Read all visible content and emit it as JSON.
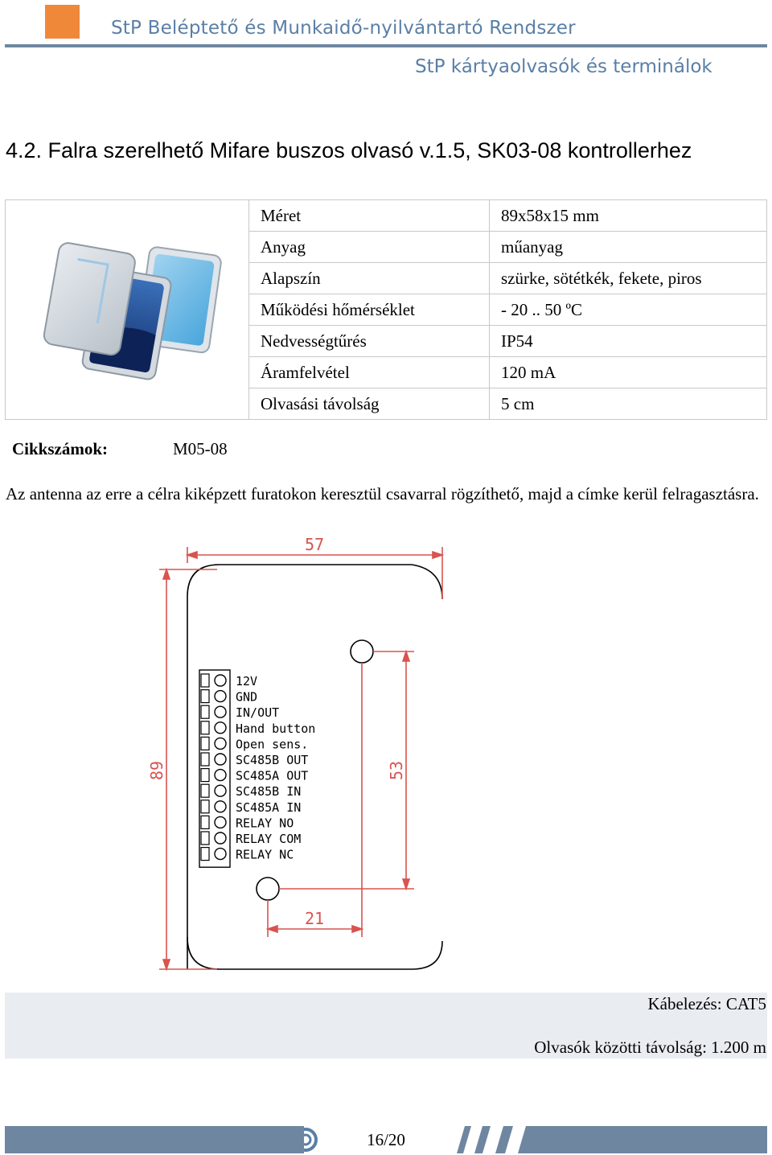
{
  "header": {
    "title": "StP Beléptető és Munkaidő-nyilvántartó Rendszer",
    "subtitle": "StP kártyaolvasók és terminálok",
    "logo_color": "#f0883a",
    "accent_color": "#5a7fa6"
  },
  "section": {
    "heading": "4.2. Falra szerelhető Mifare buszos olvasó v.1.5, SK03-08 kontrollerhez"
  },
  "specs": [
    {
      "label": "Méret",
      "value": "89x58x15 mm"
    },
    {
      "label": "Anyag",
      "value": "műanyag"
    },
    {
      "label": "Alapszín",
      "value": "szürke, sötétkék, fekete, piros"
    },
    {
      "label": "Működési hőmérséklet",
      "value": "- 20 .. 50 ºC"
    },
    {
      "label": "Nedvességtűrés",
      "value": "IP54"
    },
    {
      "label": "Áramfelvétel",
      "value": "120 mA"
    },
    {
      "label": "Olvasási távolság",
      "value": "5 cm"
    }
  ],
  "article": {
    "label": "Cikkszámok:",
    "value": "M05-08"
  },
  "description": "Az antenna az erre a célra kiképzett furatokon keresztül csavarral rögzíthető, majd a címke kerül felragasztásra.",
  "drawing": {
    "dim_width": "57",
    "dim_height": "89",
    "dim_holes_vertical": "53",
    "dim_holes_horizontal": "21",
    "terminals": [
      "12V",
      "GND",
      "IN/OUT",
      "Hand button",
      "Open sens.",
      "SC485B OUT",
      "SC485A OUT",
      "SC485B IN",
      "SC485A IN",
      "RELAY NO",
      "RELAY COM",
      "RELAY NC"
    ],
    "dim_color": "#d9534f"
  },
  "info": {
    "cabling": "Kábelezés: CAT5",
    "reader_distance": "Olvasók közötti távolság: 1.200 m"
  },
  "footer": {
    "page": "16/20"
  }
}
